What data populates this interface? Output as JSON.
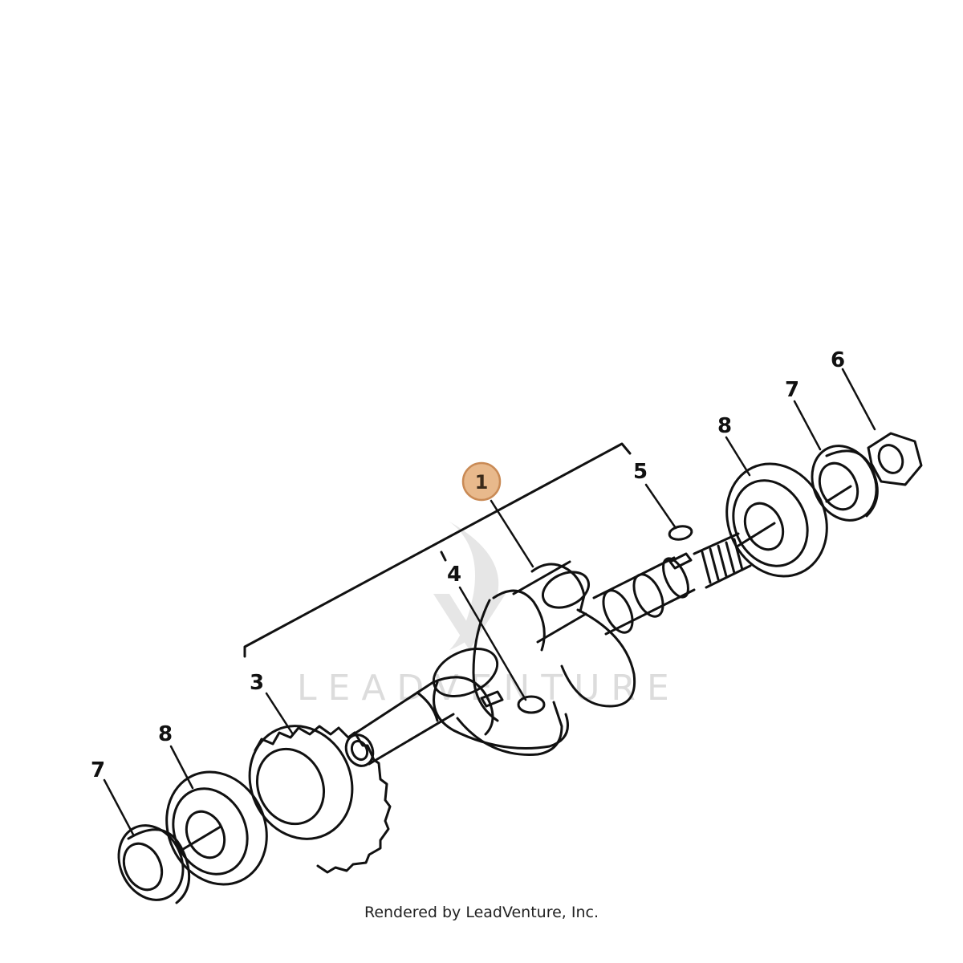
{
  "callouts": [
    {
      "id": "1",
      "text": "1",
      "selected": true
    },
    {
      "id": "3",
      "text": "3"
    },
    {
      "id": "4",
      "text": "4"
    },
    {
      "id": "5",
      "text": "5"
    },
    {
      "id": "6",
      "text": "6"
    },
    {
      "id": "7a",
      "text": "7"
    },
    {
      "id": "7b",
      "text": "7"
    },
    {
      "id": "8a",
      "text": "8"
    },
    {
      "id": "8b",
      "text": "8"
    }
  ],
  "colors": {
    "line": "#111111",
    "selected_fill": "#e8b98c",
    "selected_stroke": "#c98a55",
    "watermark": "#d9d9d9"
  },
  "watermark": "LEADVENTURE",
  "footer": "Rendered by LeadVenture, Inc."
}
